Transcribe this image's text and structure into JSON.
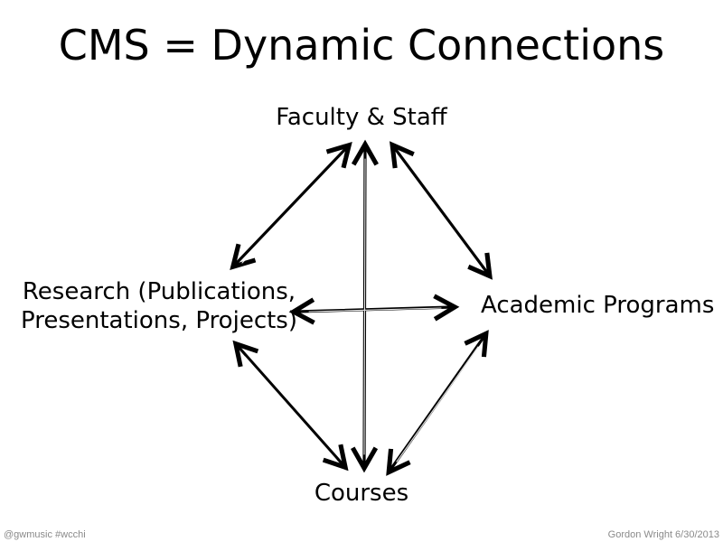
{
  "title": "CMS = Dynamic Connections",
  "nodes": {
    "faculty": "Faculty & Staff",
    "research_line1": "Research (Publications,",
    "research_line2": "Presentations, Projects)",
    "academic": "Academic Programs",
    "courses": "Courses"
  },
  "footer": {
    "left": "@gwmusic #wcchi",
    "right": "Gordon Wright 6/30/2013"
  },
  "arrow_color": "#000000"
}
